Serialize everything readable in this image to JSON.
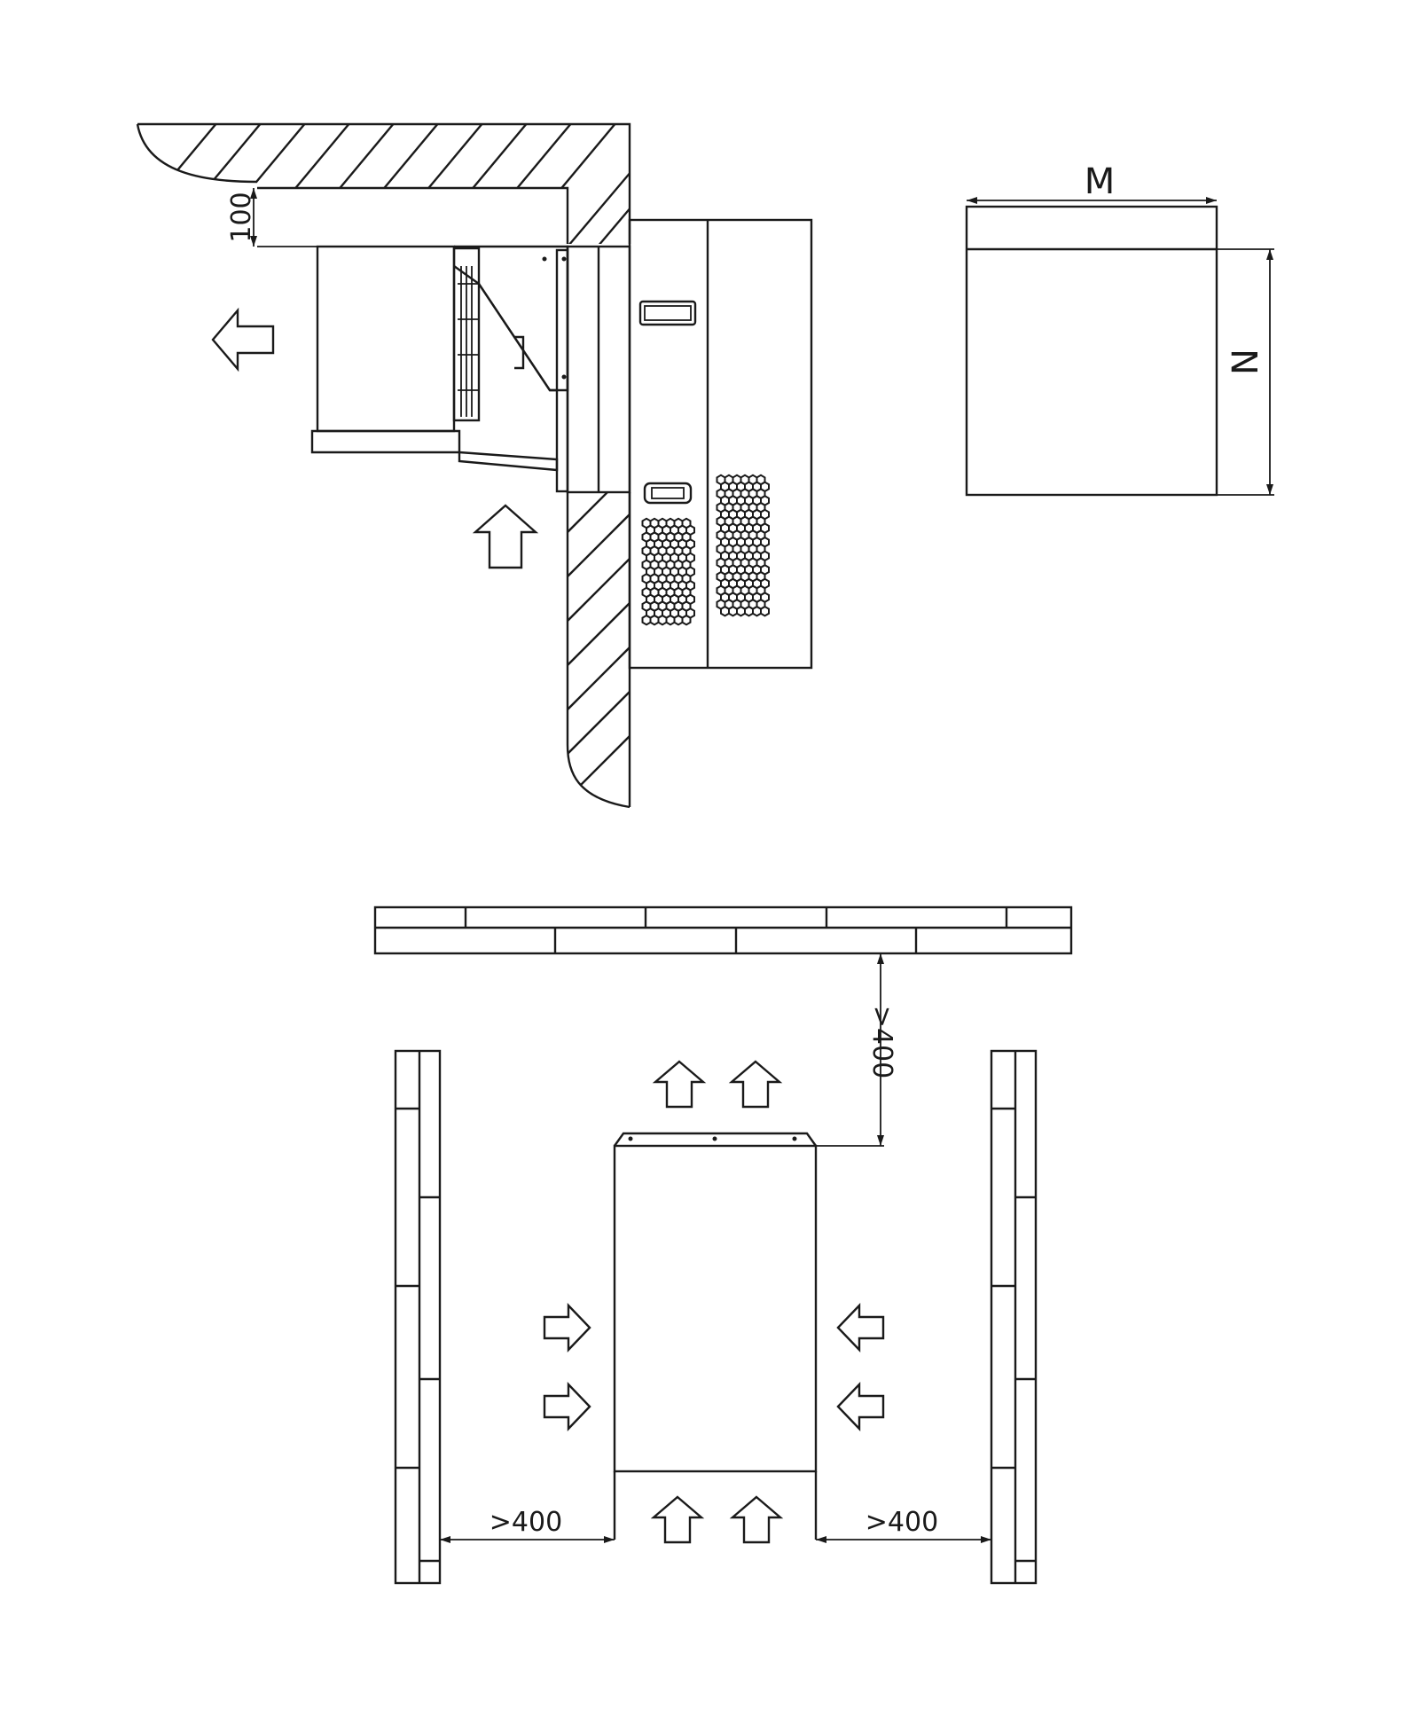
{
  "side_view": {
    "clearance_top": "100"
  },
  "footprint": {
    "width_label": "M",
    "depth_label": "N"
  },
  "plan_view": {
    "clearance_back": ">400",
    "clearance_left": ">400",
    "clearance_right": ">400"
  },
  "colors": {
    "line": "#1a1a1a",
    "background": "#ffffff"
  },
  "icons": [
    "airflow-arrow-icon",
    "dimension-arrow-icon"
  ]
}
